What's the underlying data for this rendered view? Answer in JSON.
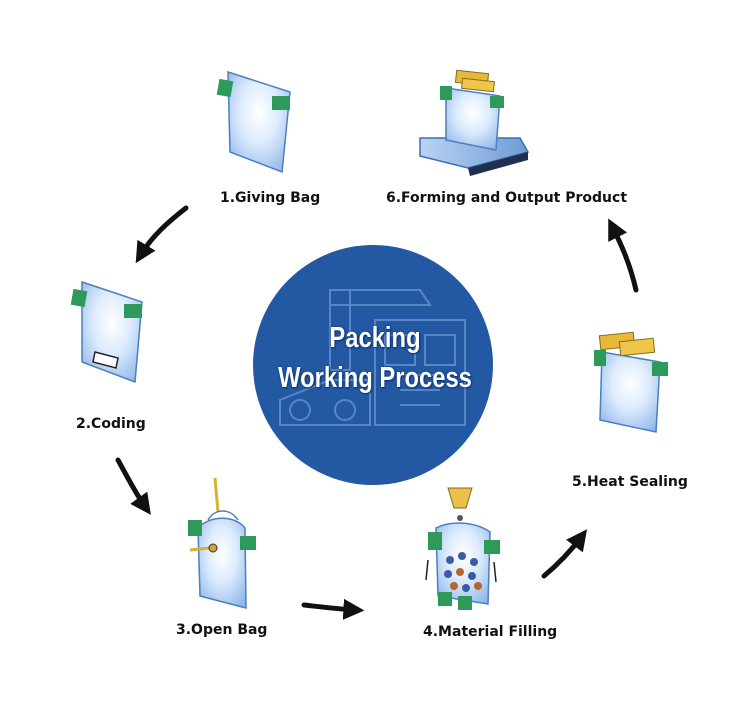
{
  "center": {
    "title_line1": "Packing",
    "title_line2": "Working Process",
    "circle_color": "#2358a3"
  },
  "steps": [
    {
      "label": "1.Giving Bag",
      "icon": "flat-bag-icon"
    },
    {
      "label": "2.Coding",
      "icon": "coded-bag-icon"
    },
    {
      "label": "3.Open Bag",
      "icon": "open-bag-icon"
    },
    {
      "label": "4.Material Filling",
      "icon": "filling-bag-icon"
    },
    {
      "label": "5.Heat Sealing",
      "icon": "sealing-bag-icon"
    },
    {
      "label": "6.Forming and Output Product",
      "icon": "conveyor-output-icon"
    }
  ],
  "colors": {
    "bag_fill": "#cfe3fb",
    "bag_edge": "#4a7fc0",
    "gripper": "#2e9a5a",
    "sealer": "#e8b838",
    "arrow": "#111111"
  }
}
